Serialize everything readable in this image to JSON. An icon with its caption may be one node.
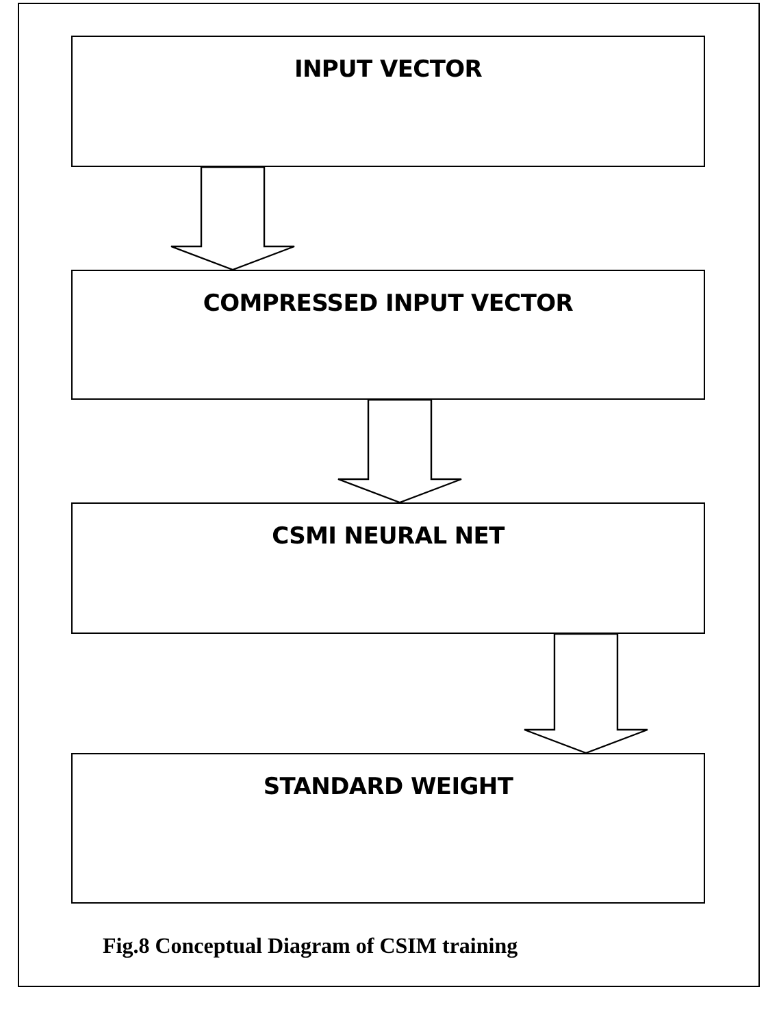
{
  "diagram": {
    "caption": "Fig.8 Conceptual Diagram of CSIM training",
    "nodes": [
      {
        "text": [
          "INPUT VECTOR"
        ]
      },
      {
        "text": [
          "COMPRESSED INPUT VECTOR"
        ]
      },
      {
        "text": [
          "CSMI NEURAL NET"
        ]
      },
      {
        "text": [
          "STANDARD WEIGHT"
        ]
      }
    ],
    "edges": [
      {
        "from": 0,
        "to": 1,
        "arrow": "to"
      },
      {
        "from": 1,
        "to": 2,
        "arrow": "to"
      },
      {
        "from": 2,
        "to": 3,
        "arrow": "to"
      }
    ]
  }
}
